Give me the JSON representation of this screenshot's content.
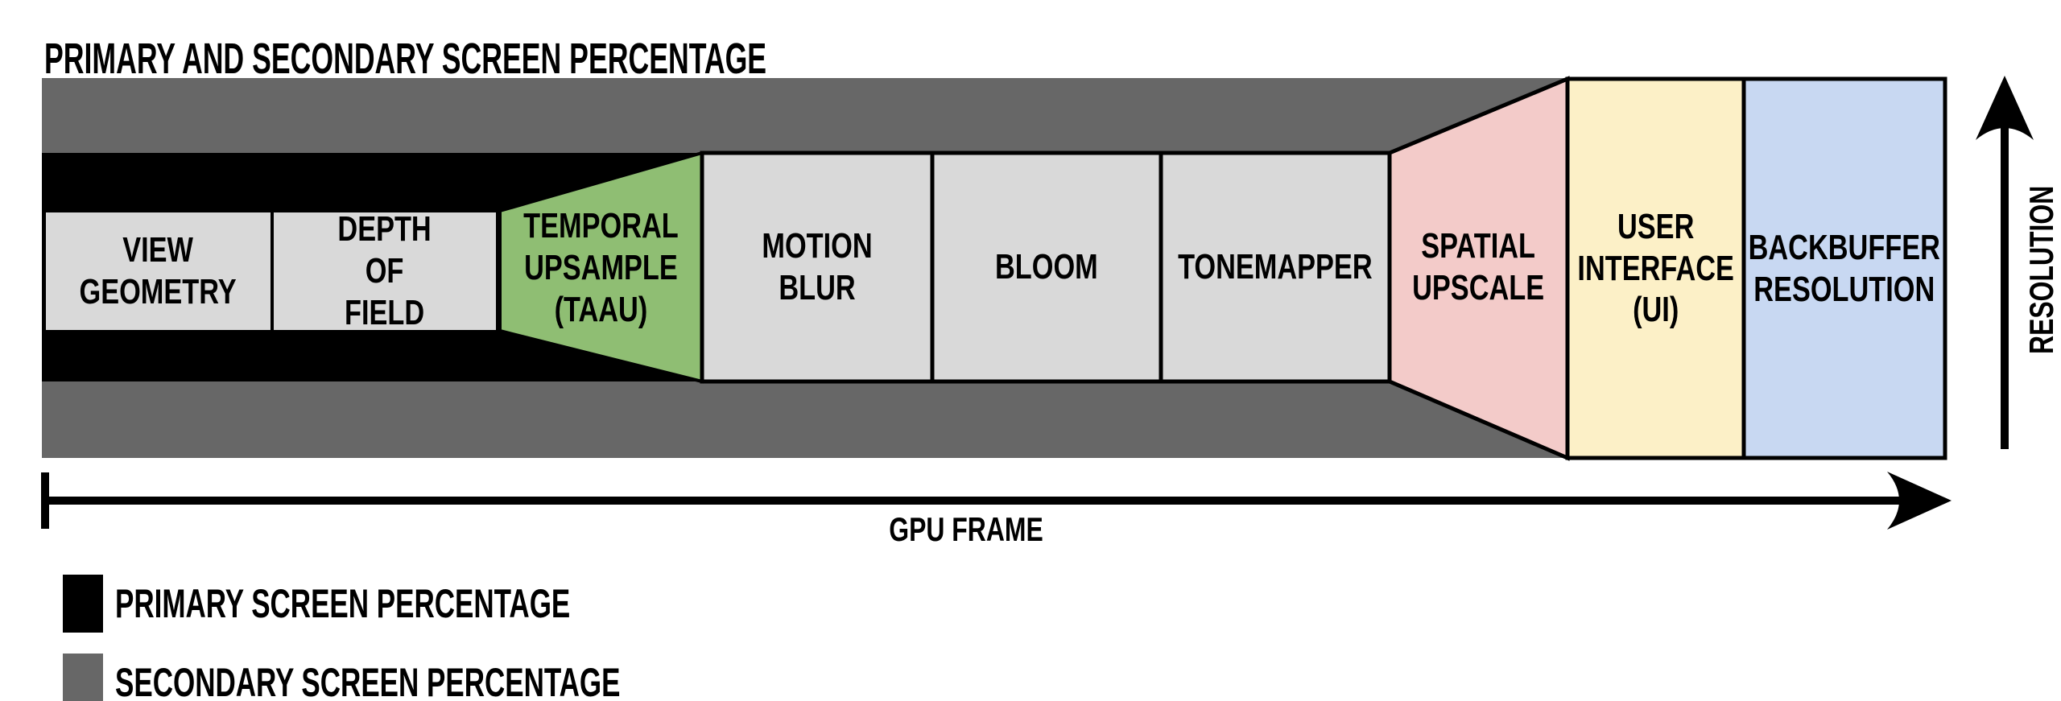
{
  "title": "PRIMARY AND SECONDARY SCREEN PERCENTAGE",
  "colors": {
    "secondary_band": "#676767",
    "primary_band": "#000000",
    "stage_gray": "#d9d9d9",
    "taau_green": "#8fbe73",
    "upscale_pink": "#f3cbc9",
    "ui_yellow": "#fcf0c7",
    "backbuffer_blue": "#c8d8f2",
    "outline": "#000000"
  },
  "stages": [
    {
      "label": "VIEW\nGEOMETRY",
      "color": "#d9d9d9"
    },
    {
      "label": "DEPTH\nOF\nFIELD",
      "color": "#d9d9d9"
    },
    {
      "label": "TEMPORAL\nUPSAMPLE\n(TAAU)",
      "color": "#8fbe73"
    },
    {
      "label": "MOTION\nBLUR",
      "color": "#d9d9d9"
    },
    {
      "label": "BLOOM",
      "color": "#d9d9d9"
    },
    {
      "label": "TONEMAPPER",
      "color": "#d9d9d9"
    },
    {
      "label": "SPATIAL\nUPSCALE",
      "color": "#f3cbc9"
    },
    {
      "label": "USER\nINTERFACE\n(UI)",
      "color": "#fcf0c7"
    },
    {
      "label": "BACKBUFFER\nRESOLUTION",
      "color": "#c8d8f2"
    }
  ],
  "axes": {
    "x_label": "GPU FRAME",
    "y_label": "RESOLUTION"
  },
  "legend": [
    {
      "label": "PRIMARY SCREEN PERCENTAGE",
      "color": "#000000"
    },
    {
      "label": "SECONDARY SCREEN PERCENTAGE",
      "color": "#676767"
    }
  ]
}
